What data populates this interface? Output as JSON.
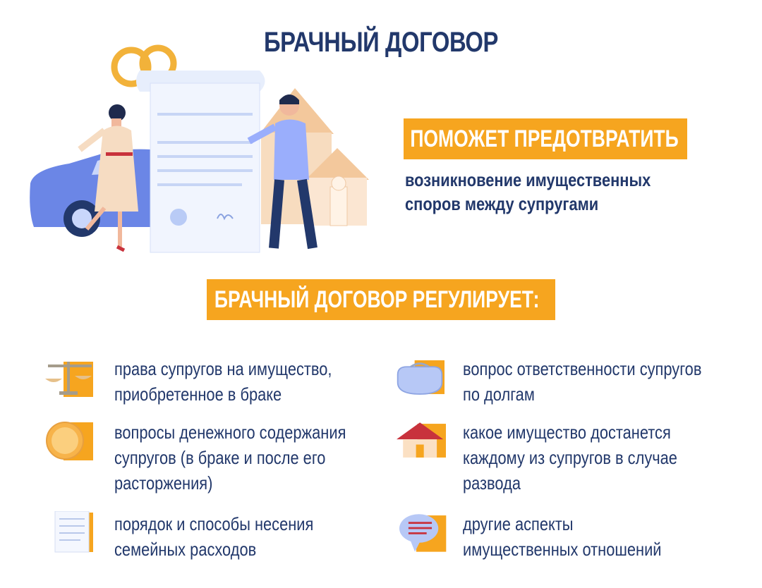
{
  "title": "БРАЧНЫЙ ДОГОВОР",
  "prevent_banner": "ПОМОЖЕТ ПРЕДОТВРАТИТЬ",
  "prevent_text": {
    "line1": "возникновение имущественных",
    "line2": "споров между супругами"
  },
  "regulates_banner": "БРАЧНЫЙ ДОГОВОР РЕГУЛИРУЕТ:",
  "items": [
    {
      "icon": "scales-icon",
      "lines": [
        "права супругов на имущество,",
        "приобретенное в браке"
      ]
    },
    {
      "icon": "coin-icon",
      "lines": [
        "вопросы денежного содержания",
        "супругов (в браке и после его",
        "расторжения)"
      ]
    },
    {
      "icon": "document-icon",
      "lines": [
        "порядок и способы несения",
        "семейных расходов"
      ]
    },
    {
      "icon": "wallet-icon",
      "lines": [
        "вопрос ответственности супругов",
        "по долгам"
      ]
    },
    {
      "icon": "house-icon",
      "lines": [
        "какое имущество достанется",
        "каждому из супругов в случае",
        "развода"
      ]
    },
    {
      "icon": "speech-bubble-icon",
      "lines": [
        "другие аспекты",
        "имущественных отношений"
      ]
    }
  ],
  "colors": {
    "accent": "#f6a51f",
    "text": "#22386b",
    "banner_text": "#ffffff"
  }
}
